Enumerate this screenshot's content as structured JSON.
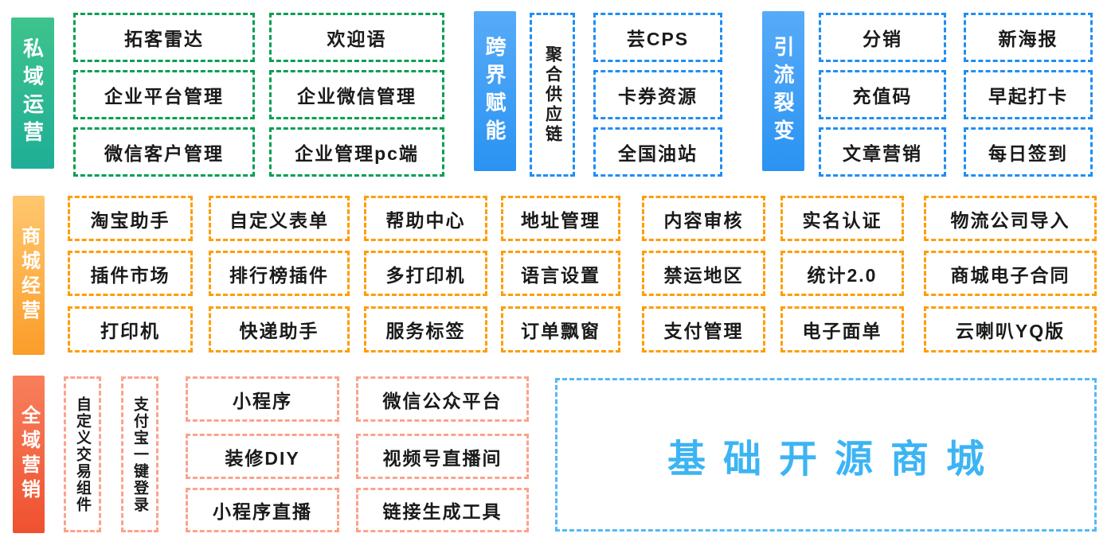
{
  "sections": {
    "private_domain": {
      "label": "私域运营",
      "items": [
        "拓客雷达",
        "欢迎语",
        "企业平台管理",
        "企业微信管理",
        "微信客户管理",
        "企业管理pc端"
      ]
    },
    "cross_border": {
      "label": "跨界赋能",
      "vertical_item": "聚合供应链",
      "items": [
        "芸CPS",
        "卡券资源",
        "全国油站"
      ]
    },
    "traffic_fission": {
      "label": "引流裂变",
      "items": [
        "分销",
        "新海报",
        "充值码",
        "早起打卡",
        "文章营销",
        "每日签到"
      ]
    },
    "mall_operation": {
      "label": "商城经营",
      "rows": [
        [
          "淘宝助手",
          "自定义表单",
          "帮助中心",
          "地址管理",
          "内容审核",
          "实名认证",
          "物流公司导入"
        ],
        [
          "插件市场",
          "排行榜插件",
          "多打印机",
          "语言设置",
          "禁运地区",
          "统计2.0",
          "商城电子合同"
        ],
        [
          "打印机",
          "快递助手",
          "服务标签",
          "订单飘窗",
          "支付管理",
          "电子面单",
          "云喇叭YQ版"
        ]
      ]
    },
    "omni_marketing": {
      "label": "全域营销",
      "vertical_items": [
        "自定义交易组件",
        "支付宝一键登录"
      ],
      "rows": [
        [
          "小程序",
          "微信公众平台"
        ],
        [
          "装修DIY",
          "视频号直播间"
        ],
        [
          "小程序直播",
          "链接生成工具"
        ]
      ],
      "highlight": "基础开源商城"
    }
  },
  "colors": {
    "green_border": "#04a051",
    "green_gradient": [
      "#3ec38c",
      "#1fae96"
    ],
    "blue_border": "#1f8ef5",
    "blue_gradient": [
      "#57abf8",
      "#2a93f2"
    ],
    "orange_border": "#ff9d00",
    "orange_gradient": [
      "#ffc76f",
      "#fb9d2a"
    ],
    "red_gradient": [
      "#f87f5b",
      "#ef5130"
    ],
    "salmon_border": "#fda28b",
    "highlight_border": "#55b8f5",
    "highlight_text": "#3cb4f4",
    "box_text": "#1a1a1a"
  }
}
